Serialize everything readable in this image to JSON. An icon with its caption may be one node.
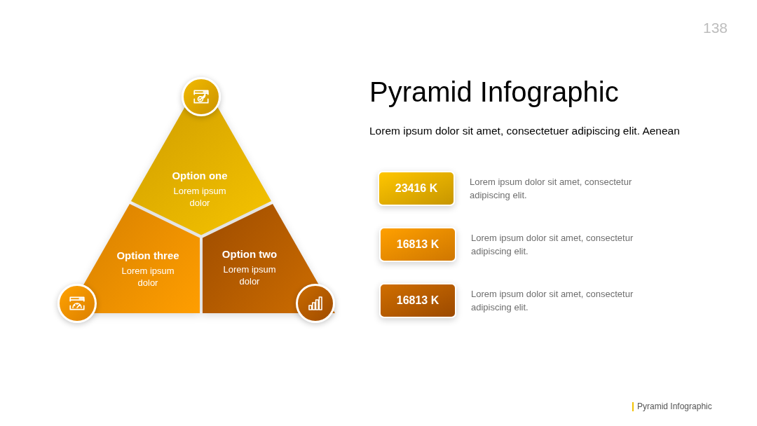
{
  "diagram": {
    "title": "Pyramid Infographic",
    "nodes": [
      {
        "text": [
          "Option one",
          "Lorem ipsum dolor"
        ]
      },
      {
        "text": [
          "Option three",
          "Lorem ipsum dolor"
        ]
      },
      {
        "text": [
          "Option two",
          "Lorem ipsum dolor"
        ]
      },
      {
        "text": [
          "23416 K"
        ],
        "beside": [
          "Lorem ipsum dolor sit amet, consectetur adipiscing elit."
        ]
      },
      {
        "text": [
          "16813 K"
        ],
        "beside": [
          "Lorem ipsum dolor sit amet, consectetur adipiscing elit."
        ]
      },
      {
        "text": [
          "16813 K"
        ],
        "beside": [
          "Lorem ipsum dolor sit amet, consectetur adipiscing elit."
        ]
      }
    ],
    "labels": [
      "138",
      "Lorem ipsum dolor sit amet, consectetuer adipiscing elit. Aenean",
      "Pyramid Infographic"
    ]
  }
}
